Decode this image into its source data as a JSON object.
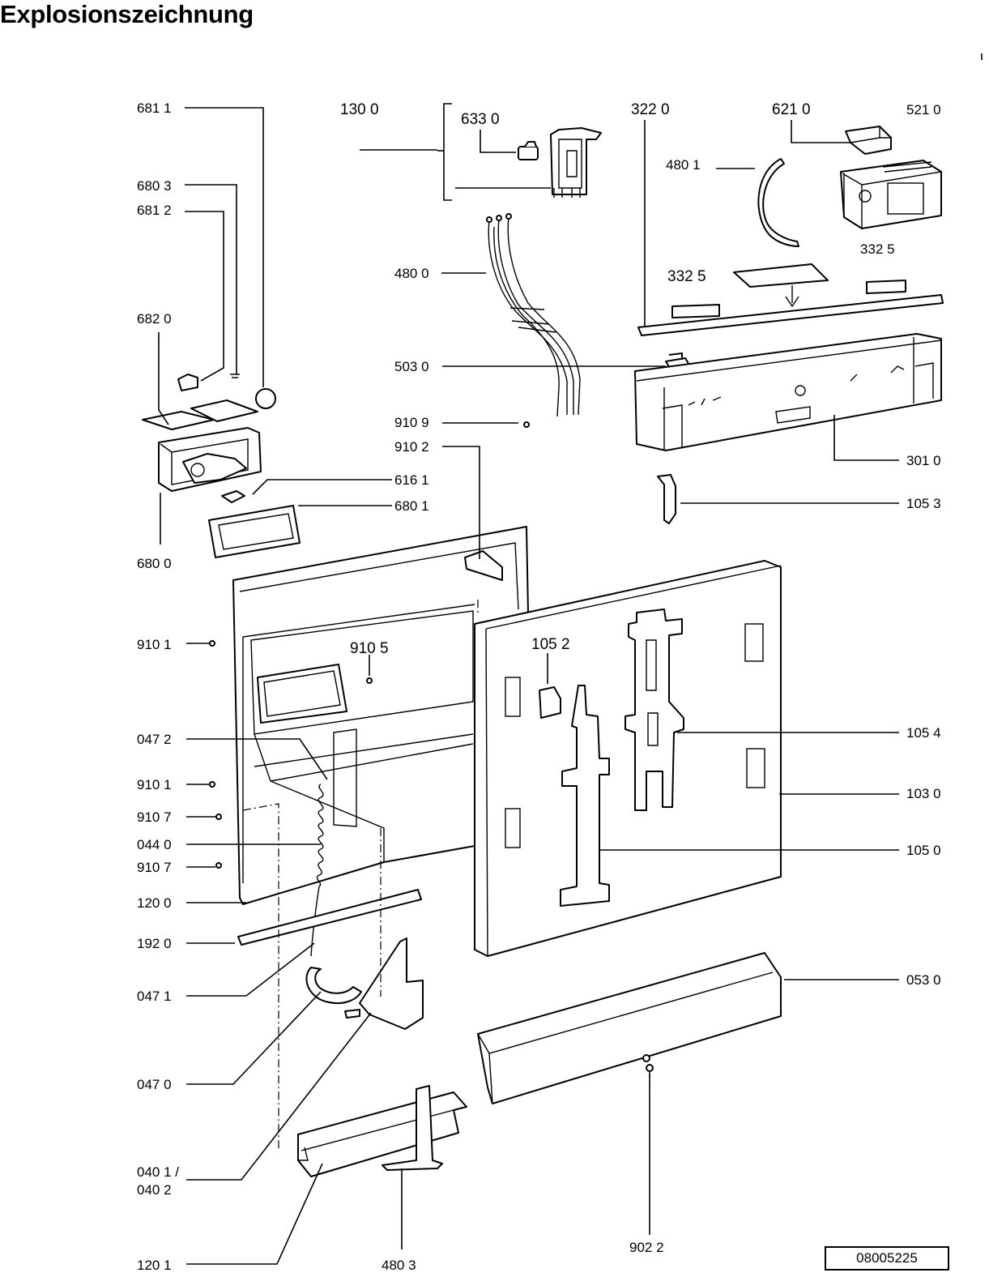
{
  "page": {
    "title": "Explosionszeichnung",
    "document_number": "08005225"
  },
  "labels": {
    "p6811": "681 1",
    "p1300": "130 0",
    "p6330": "633 0",
    "p3220": "322  0",
    "p6210": "621 0",
    "p5210": "521 0",
    "p4801": "480 1",
    "p6803": "680 3",
    "p6812": "681 2",
    "p4800": "480 0",
    "p3325a": "332  5",
    "p3325b": "332  5",
    "p6820": "682 0",
    "p5030": "503 0",
    "p9109": "910 9",
    "p9102": "910 2",
    "p3010": "301 0",
    "p6161": "616 1",
    "p6801": "680 1",
    "p1053": "105 3",
    "p6800": "680 0",
    "p9101a": "910 1",
    "p9105": "910 5",
    "p1052": "105 2",
    "p0472": "047 2",
    "p1054": "105 4",
    "p9101b": "910 1",
    "p1030": "103 0",
    "p9107a": "910 7",
    "p0440": "044 0",
    "p1050": "105 0",
    "p9107b": "910 7",
    "p1200": "120 0",
    "p1920": "192 0",
    "p0471": "047 1",
    "p0530": "053 0",
    "p0470": "047 0",
    "p0401": "040 1 /",
    "p0402": "040 2",
    "p9022": "902 2",
    "p1201": "120 1",
    "p4803": "480 3"
  }
}
